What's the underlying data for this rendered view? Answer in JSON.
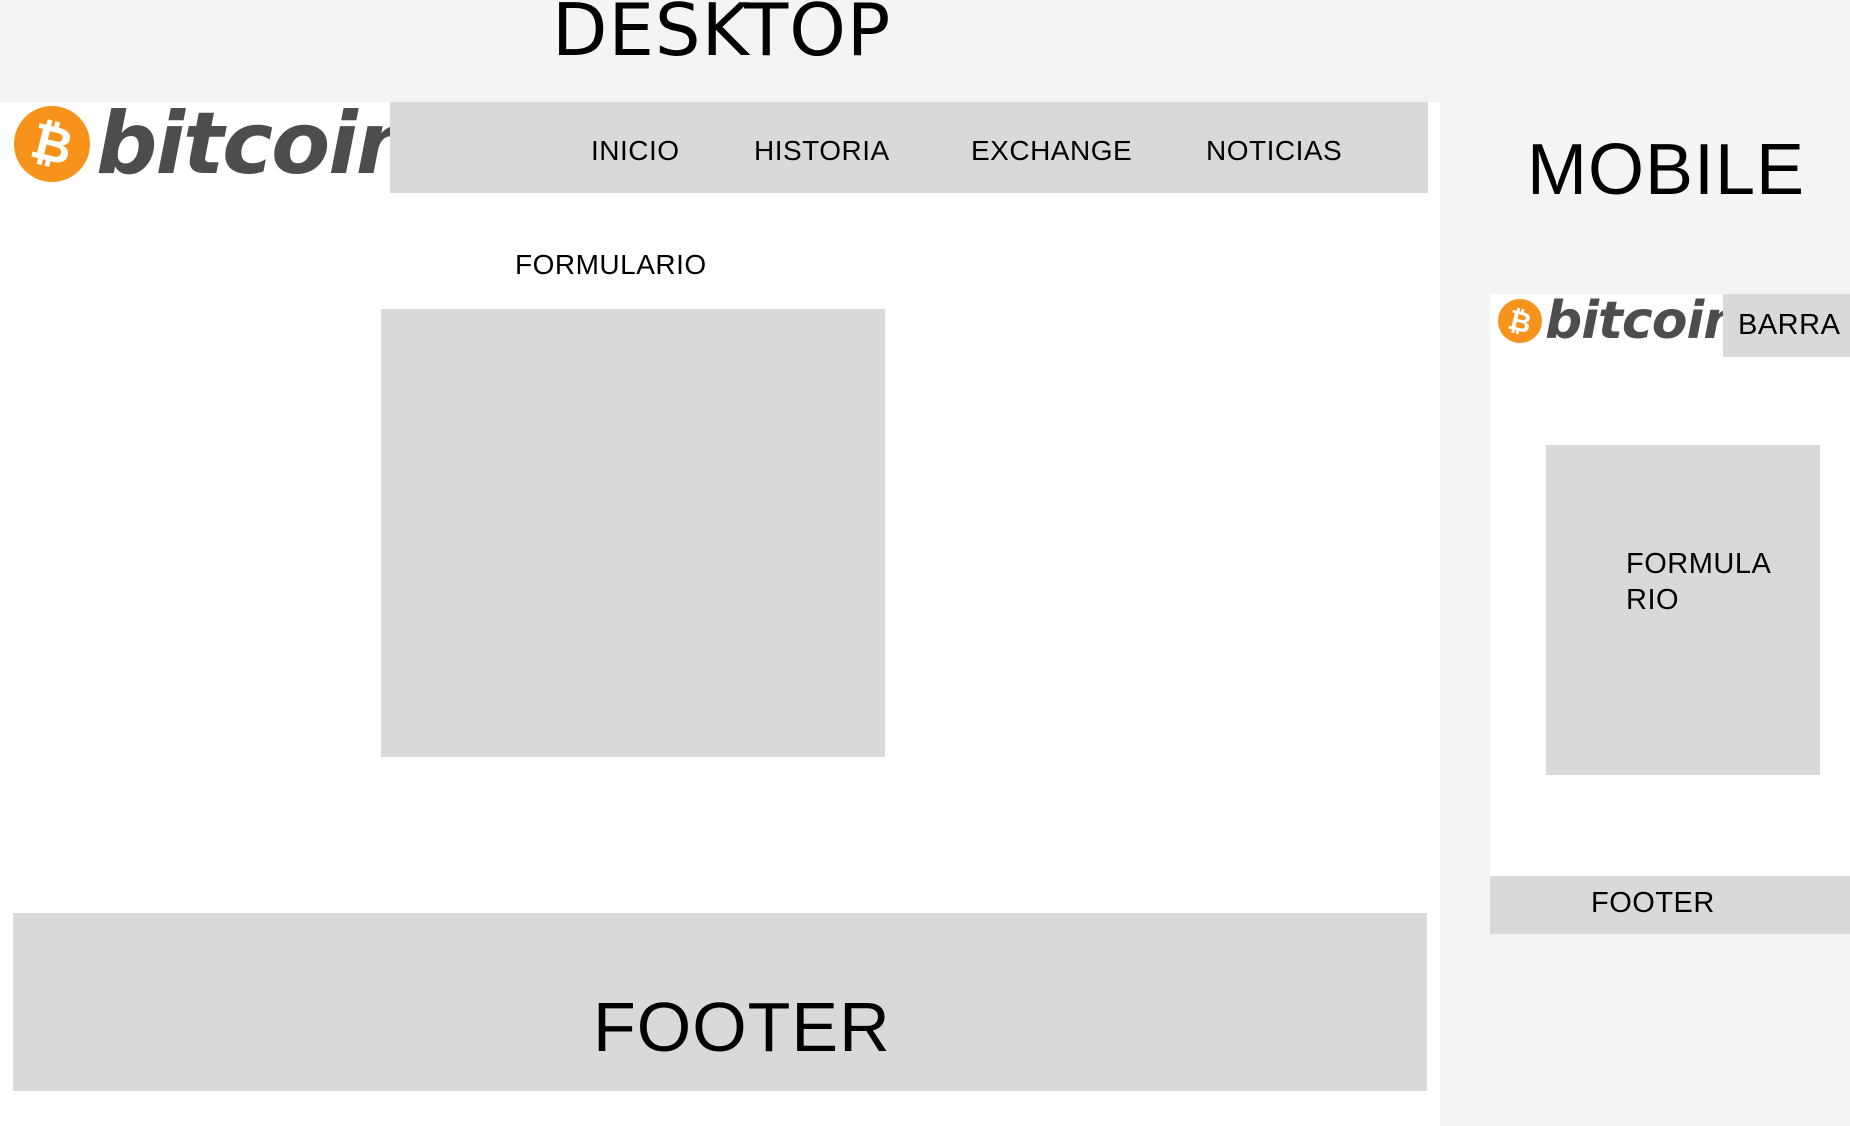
{
  "desktop": {
    "title": "DESKTOP",
    "logo": {
      "coin_symbol": "₿",
      "wordmark": "bitcoin",
      "coin_color": "#f7931a",
      "word_color": "#4d4d4d"
    },
    "nav": {
      "items": [
        {
          "label": "INICIO"
        },
        {
          "label": "HISTORIA"
        },
        {
          "label": "EXCHANGE"
        },
        {
          "label": "NOTICIAS"
        }
      ]
    },
    "form_label": "FORMULARIO",
    "footer_label": "FOOTER"
  },
  "mobile": {
    "title": "MOBILE",
    "logo": {
      "coin_symbol": "₿",
      "wordmark": "bitcoin"
    },
    "menu_label": "BARRA",
    "form_label": "FORMULARIO",
    "footer_label": "FOOTER"
  },
  "colors": {
    "background": "#f4f4f4",
    "frame": "#ffffff",
    "placeholder_block": "#d9d9d9"
  }
}
